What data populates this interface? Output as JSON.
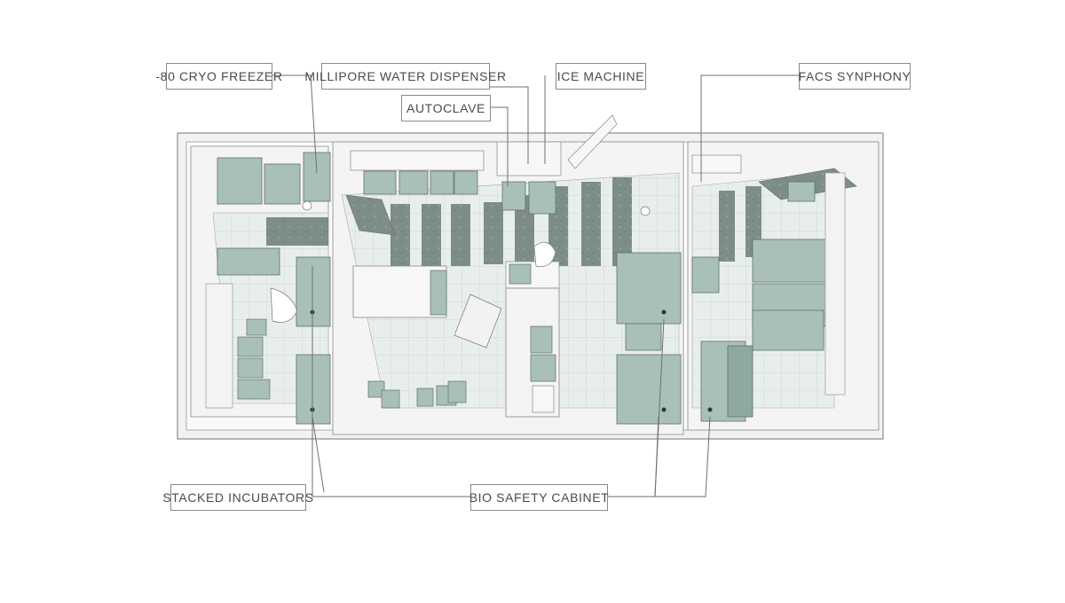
{
  "labels": {
    "cryo_freezer": "-80 CRYO FREEZER",
    "millipore": "MILLIPORE WATER DISPENSER",
    "ice_machine": "ICE MACHINE",
    "autoclave": "AUTOCLAVE",
    "facs": "FACS SYNPHONY",
    "stacked_incubators": "STACKED INCUBATORS",
    "biosafety": "BIO SAFETY CABINET"
  },
  "colors": {
    "equipment": "#a9c0b8",
    "equipment_dark": "#8fa9a0",
    "floor_tile": "#e9eeec",
    "floor_dark": "#7f9089",
    "wall": "#f7f7f7",
    "line": "#6f6f6f"
  }
}
